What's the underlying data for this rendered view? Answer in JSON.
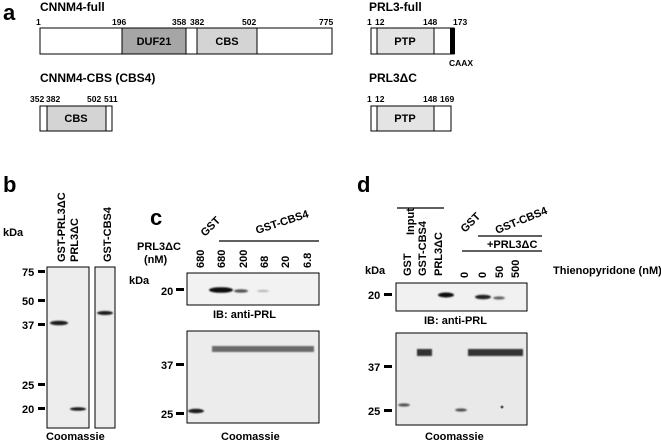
{
  "panels": {
    "a": "a",
    "b": "b",
    "c": "c",
    "d": "d"
  },
  "panel_a": {
    "cnnm4_full": {
      "title": "CNNM4-full",
      "n1": "1",
      "n196": "196",
      "n358": "358",
      "n382": "382",
      "n502": "502",
      "n775": "775",
      "duf": "DUF21",
      "cbs": "CBS"
    },
    "cnnm4_cbs": {
      "title": "CNNM4-CBS (CBS4)",
      "n352": "352",
      "n382": "382",
      "n502": "502",
      "n511": "511",
      "cbs": "CBS"
    },
    "prl3_full": {
      "title": "PRL3-full",
      "n1": "1",
      "n12": "12",
      "n148": "148",
      "n173": "173",
      "ptp": "PTP",
      "caax": "CAAX"
    },
    "prl3_dc": {
      "title": "PRL3ΔC",
      "n1": "1",
      "n12": "12",
      "n148": "148",
      "n169": "169",
      "ptp": "PTP"
    }
  },
  "panel_b": {
    "kda": "kDa",
    "markers": [
      "75",
      "50",
      "37",
      "25",
      "20"
    ],
    "lanes": [
      "GST-PRL3ΔC",
      "PRL3ΔC",
      "GST-CBS4"
    ],
    "caption": "Coomassie"
  },
  "panel_c": {
    "kda_top": "kDa",
    "lane_gst": "GST",
    "group": "GST-CBS4",
    "conc_label_1": "PRL3ΔC",
    "conc_label_2": "(nM)",
    "conc": [
      "680",
      "680",
      "200",
      "68",
      "20",
      "6.8"
    ],
    "marker_top": "20",
    "ib": "IB: anti-PRL",
    "markers_bottom": [
      "37",
      "25"
    ],
    "caption": "Coomassie"
  },
  "panel_d": {
    "input": "Input",
    "input_lanes": [
      "GST",
      "GST-CBS4",
      "PRL3ΔC"
    ],
    "lane_gst": "GST",
    "group": "GST-CBS4",
    "plus": "+PRL3ΔC",
    "thieno_vals": [
      "0",
      "0",
      "50",
      "500"
    ],
    "thieno_label": "Thienopyridone (nM)",
    "kda": "kDa",
    "marker_top": "20",
    "ib": "IB: anti-PRL",
    "markers_bottom": [
      "37",
      "25"
    ],
    "caption": "Coomassie"
  }
}
